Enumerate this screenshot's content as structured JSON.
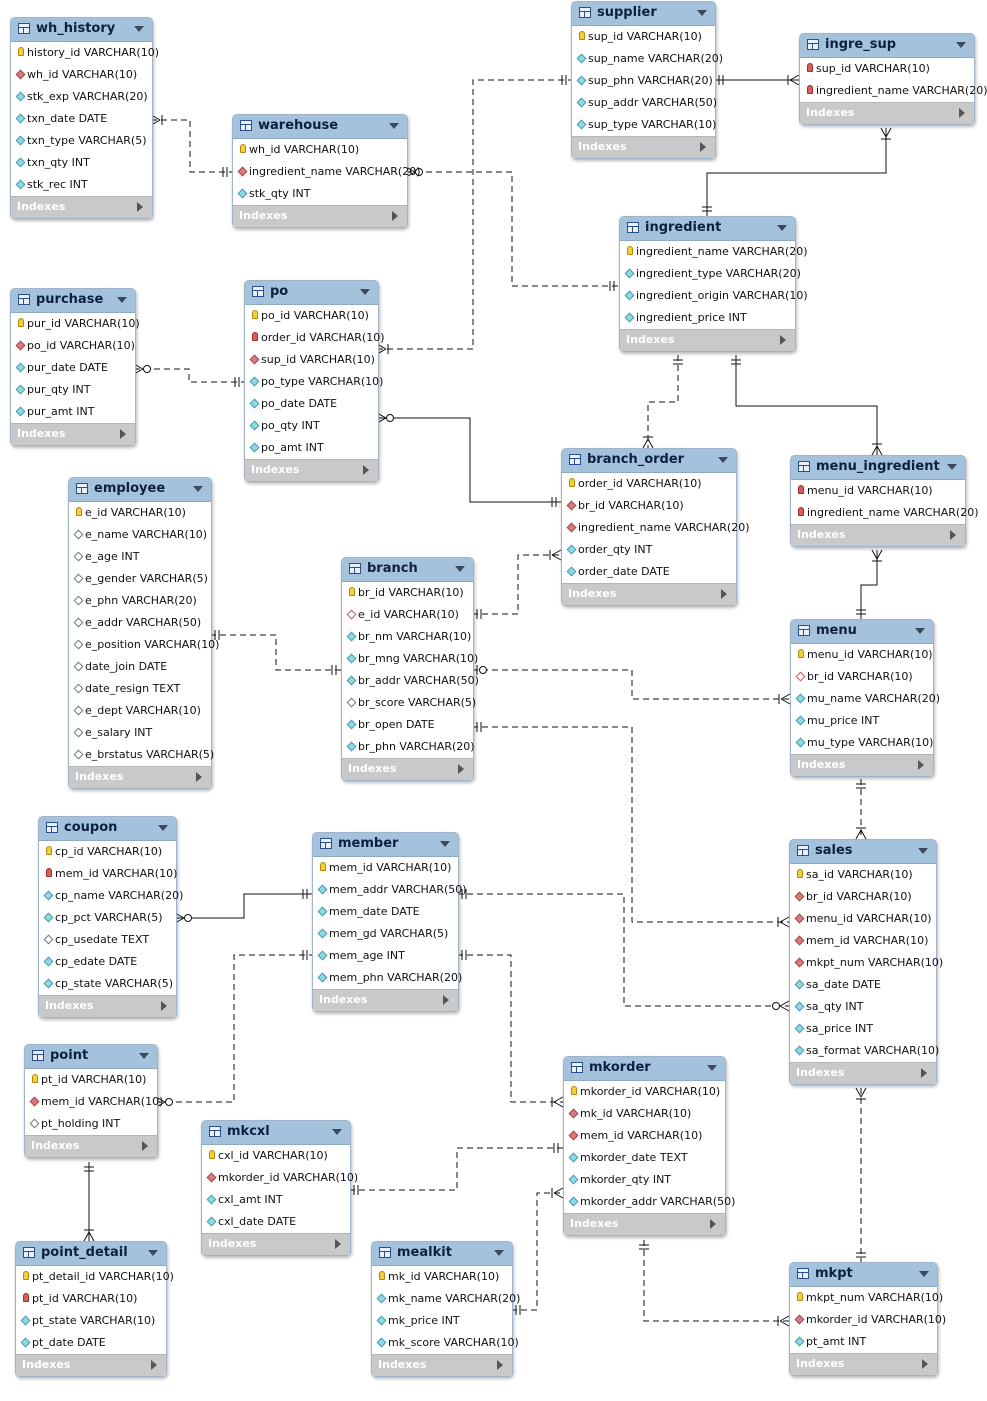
{
  "indexes_label": "Indexes",
  "colors": {
    "header": "#a5c2dc",
    "footer": "#c9c9c9",
    "line": "#111111"
  },
  "tables": [
    {
      "id": "wh_history",
      "name": "wh_history",
      "columns": [
        {
          "text": "history_id VARCHAR(10)",
          "kind": "pk"
        },
        {
          "text": "wh_id VARCHAR(10)",
          "kind": "fk"
        },
        {
          "text": "stk_exp VARCHAR(20)",
          "kind": "col"
        },
        {
          "text": "txn_date DATE",
          "kind": "col"
        },
        {
          "text": "txn_type VARCHAR(5)",
          "kind": "col"
        },
        {
          "text": "txn_qty INT",
          "kind": "col"
        },
        {
          "text": "stk_rec INT",
          "kind": "col"
        }
      ]
    },
    {
      "id": "supplier",
      "name": "supplier",
      "columns": [
        {
          "text": "sup_id VARCHAR(10)",
          "kind": "pk"
        },
        {
          "text": "sup_name VARCHAR(20)",
          "kind": "col"
        },
        {
          "text": "sup_phn VARCHAR(20)",
          "kind": "col"
        },
        {
          "text": "sup_addr VARCHAR(50)",
          "kind": "col"
        },
        {
          "text": "sup_type VARCHAR(10)",
          "kind": "col"
        }
      ]
    },
    {
      "id": "ingre_sup",
      "name": "ingre_sup",
      "columns": [
        {
          "text": "sup_id VARCHAR(10)",
          "kind": "pkfk"
        },
        {
          "text": "ingredient_name VARCHAR(20)",
          "kind": "pkfk"
        }
      ]
    },
    {
      "id": "warehouse",
      "name": "warehouse",
      "columns": [
        {
          "text": "wh_id VARCHAR(10)",
          "kind": "pk"
        },
        {
          "text": "ingredient_name VARCHAR(20)",
          "kind": "fk"
        },
        {
          "text": "stk_qty INT",
          "kind": "col"
        }
      ]
    },
    {
      "id": "ingredient",
      "name": "ingredient",
      "columns": [
        {
          "text": "ingredient_name VARCHAR(20)",
          "kind": "pk"
        },
        {
          "text": "ingredient_type VARCHAR(20)",
          "kind": "col"
        },
        {
          "text": "ingredient_origin VARCHAR(10)",
          "kind": "col"
        },
        {
          "text": "ingredient_price INT",
          "kind": "col"
        }
      ]
    },
    {
      "id": "purchase",
      "name": "purchase",
      "columns": [
        {
          "text": "pur_id VARCHAR(10)",
          "kind": "pk"
        },
        {
          "text": "po_id VARCHAR(10)",
          "kind": "fk"
        },
        {
          "text": "pur_date DATE",
          "kind": "col"
        },
        {
          "text": "pur_qty INT",
          "kind": "col"
        },
        {
          "text": "pur_amt INT",
          "kind": "col"
        }
      ]
    },
    {
      "id": "po",
      "name": "po",
      "columns": [
        {
          "text": "po_id VARCHAR(10)",
          "kind": "pk"
        },
        {
          "text": "order_id VARCHAR(10)",
          "kind": "pkfk"
        },
        {
          "text": "sup_id VARCHAR(10)",
          "kind": "fk"
        },
        {
          "text": "po_type VARCHAR(10)",
          "kind": "col"
        },
        {
          "text": "po_date DATE",
          "kind": "col"
        },
        {
          "text": "po_qty INT",
          "kind": "col"
        },
        {
          "text": "po_amt INT",
          "kind": "col"
        }
      ]
    },
    {
      "id": "branch_order",
      "name": "branch_order",
      "columns": [
        {
          "text": "order_id VARCHAR(10)",
          "kind": "pk"
        },
        {
          "text": "br_id VARCHAR(10)",
          "kind": "fk"
        },
        {
          "text": "ingredient_name VARCHAR(20)",
          "kind": "fk"
        },
        {
          "text": "order_qty INT",
          "kind": "col"
        },
        {
          "text": "order_date DATE",
          "kind": "col"
        }
      ]
    },
    {
      "id": "menu_ingredient",
      "name": "menu_ingredient",
      "columns": [
        {
          "text": "menu_id VARCHAR(10)",
          "kind": "pkfk"
        },
        {
          "text": "ingredient_name VARCHAR(20)",
          "kind": "pkfk"
        }
      ]
    },
    {
      "id": "employee",
      "name": "employee",
      "columns": [
        {
          "text": "e_id VARCHAR(10)",
          "kind": "pk"
        },
        {
          "text": "e_name VARCHAR(10)",
          "kind": "null"
        },
        {
          "text": "e_age INT",
          "kind": "null"
        },
        {
          "text": "e_gender VARCHAR(5)",
          "kind": "null"
        },
        {
          "text": "e_phn VARCHAR(20)",
          "kind": "null"
        },
        {
          "text": "e_addr VARCHAR(50)",
          "kind": "null"
        },
        {
          "text": "e_position VARCHAR(10)",
          "kind": "null"
        },
        {
          "text": "date_join DATE",
          "kind": "null"
        },
        {
          "text": "date_resign TEXT",
          "kind": "null"
        },
        {
          "text": "e_dept VARCHAR(10)",
          "kind": "null"
        },
        {
          "text": "e_salary INT",
          "kind": "null"
        },
        {
          "text": "e_brstatus VARCHAR(5)",
          "kind": "null"
        }
      ]
    },
    {
      "id": "branch",
      "name": "branch",
      "columns": [
        {
          "text": "br_id VARCHAR(10)",
          "kind": "pk"
        },
        {
          "text": "e_id VARCHAR(10)",
          "kind": "nullfk"
        },
        {
          "text": "br_nm VARCHAR(10)",
          "kind": "col"
        },
        {
          "text": "br_mng VARCHAR(10)",
          "kind": "col"
        },
        {
          "text": "br_addr VARCHAR(50)",
          "kind": "col"
        },
        {
          "text": "br_score VARCHAR(5)",
          "kind": "null"
        },
        {
          "text": "br_open DATE",
          "kind": "col"
        },
        {
          "text": "br_phn VARCHAR(20)",
          "kind": "col"
        }
      ]
    },
    {
      "id": "menu",
      "name": "menu",
      "columns": [
        {
          "text": "menu_id VARCHAR(10)",
          "kind": "pk"
        },
        {
          "text": "br_id VARCHAR(10)",
          "kind": "nullfk"
        },
        {
          "text": "mu_name VARCHAR(20)",
          "kind": "col"
        },
        {
          "text": "mu_price INT",
          "kind": "col"
        },
        {
          "text": "mu_type VARCHAR(10)",
          "kind": "col"
        }
      ]
    },
    {
      "id": "coupon",
      "name": "coupon",
      "columns": [
        {
          "text": "cp_id VARCHAR(10)",
          "kind": "pk"
        },
        {
          "text": "mem_id VARCHAR(10)",
          "kind": "pkfk"
        },
        {
          "text": "cp_name VARCHAR(20)",
          "kind": "col"
        },
        {
          "text": "cp_pct VARCHAR(5)",
          "kind": "col"
        },
        {
          "text": "cp_usedate TEXT",
          "kind": "null"
        },
        {
          "text": "cp_edate DATE",
          "kind": "col"
        },
        {
          "text": "cp_state VARCHAR(5)",
          "kind": "col"
        }
      ]
    },
    {
      "id": "member",
      "name": "member",
      "columns": [
        {
          "text": "mem_id VARCHAR(10)",
          "kind": "pk"
        },
        {
          "text": "mem_addr VARCHAR(50)",
          "kind": "col"
        },
        {
          "text": "mem_date DATE",
          "kind": "col"
        },
        {
          "text": "mem_gd VARCHAR(5)",
          "kind": "col"
        },
        {
          "text": "mem_age INT",
          "kind": "col"
        },
        {
          "text": "mem_phn VARCHAR(20)",
          "kind": "col"
        }
      ]
    },
    {
      "id": "sales",
      "name": "sales",
      "columns": [
        {
          "text": "sa_id VARCHAR(10)",
          "kind": "pk"
        },
        {
          "text": "br_id VARCHAR(10)",
          "kind": "fk"
        },
        {
          "text": "menu_id VARCHAR(10)",
          "kind": "fk"
        },
        {
          "text": "mem_id VARCHAR(10)",
          "kind": "fk"
        },
        {
          "text": "mkpt_num VARCHAR(10)",
          "kind": "fk"
        },
        {
          "text": "sa_date DATE",
          "kind": "col"
        },
        {
          "text": "sa_qty INT",
          "kind": "col"
        },
        {
          "text": "sa_price INT",
          "kind": "col"
        },
        {
          "text": "sa_format VARCHAR(10)",
          "kind": "col"
        }
      ]
    },
    {
      "id": "point",
      "name": "point",
      "columns": [
        {
          "text": "pt_id VARCHAR(10)",
          "kind": "pk"
        },
        {
          "text": "mem_id VARCHAR(10)",
          "kind": "fk"
        },
        {
          "text": "pt_holding INT",
          "kind": "null"
        }
      ]
    },
    {
      "id": "mkorder",
      "name": "mkorder",
      "columns": [
        {
          "text": "mkorder_id VARCHAR(10)",
          "kind": "pk"
        },
        {
          "text": "mk_id VARCHAR(10)",
          "kind": "fk"
        },
        {
          "text": "mem_id VARCHAR(10)",
          "kind": "fk"
        },
        {
          "text": "mkorder_date TEXT",
          "kind": "col"
        },
        {
          "text": "mkorder_qty INT",
          "kind": "col"
        },
        {
          "text": "mkorder_addr VARCHAR(50)",
          "kind": "col"
        }
      ]
    },
    {
      "id": "mkcxl",
      "name": "mkcxl",
      "columns": [
        {
          "text": "cxl_id VARCHAR(10)",
          "kind": "pk"
        },
        {
          "text": "mkorder_id VARCHAR(10)",
          "kind": "fk"
        },
        {
          "text": "cxl_amt INT",
          "kind": "col"
        },
        {
          "text": "cxl_date DATE",
          "kind": "col"
        }
      ]
    },
    {
      "id": "point_detail",
      "name": "point_detail",
      "columns": [
        {
          "text": "pt_detail_id VARCHAR(10)",
          "kind": "pk"
        },
        {
          "text": "pt_id VARCHAR(10)",
          "kind": "pkfk"
        },
        {
          "text": "pt_state VARCHAR(10)",
          "kind": "col"
        },
        {
          "text": "pt_date DATE",
          "kind": "col"
        }
      ]
    },
    {
      "id": "mealkit",
      "name": "mealkit",
      "columns": [
        {
          "text": "mk_id VARCHAR(10)",
          "kind": "pk"
        },
        {
          "text": "mk_name VARCHAR(20)",
          "kind": "col"
        },
        {
          "text": "mk_price INT",
          "kind": "col"
        },
        {
          "text": "mk_score VARCHAR(10)",
          "kind": "col"
        }
      ]
    },
    {
      "id": "mkpt",
      "name": "mkpt",
      "columns": [
        {
          "text": "mkpt_num VARCHAR(10)",
          "kind": "pk"
        },
        {
          "text": "mkorder_id VARCHAR(10)",
          "kind": "fk"
        },
        {
          "text": "pt_amt INT",
          "kind": "col"
        }
      ]
    }
  ],
  "relationships": [
    {
      "from": "wh_history",
      "to": "warehouse",
      "from_end": "many",
      "to_end": "one",
      "style": "dashed"
    },
    {
      "from": "warehouse",
      "to": "ingredient",
      "from_end": "zero-many",
      "to_end": "one",
      "style": "dashed"
    },
    {
      "from": "po",
      "to": "supplier",
      "from_end": "many",
      "to_end": "one",
      "style": "dashed"
    },
    {
      "from": "supplier",
      "to": "ingre_sup",
      "from_end": "one",
      "to_end": "many",
      "style": "solid"
    },
    {
      "from": "ingre_sup",
      "to": "ingredient",
      "from_end": "many",
      "to_end": "one",
      "style": "solid"
    },
    {
      "from": "purchase",
      "to": "po",
      "from_end": "zero-many",
      "to_end": "one",
      "style": "dashed"
    },
    {
      "from": "po",
      "to": "branch_order",
      "from_end": "zero-many",
      "to_end": "one",
      "style": "solid"
    },
    {
      "from": "ingredient",
      "to": "branch_order",
      "from_end": "one",
      "to_end": "many",
      "style": "dashed"
    },
    {
      "from": "ingredient",
      "to": "menu_ingredient",
      "from_end": "one",
      "to_end": "many",
      "style": "solid"
    },
    {
      "from": "menu_ingredient",
      "to": "menu",
      "from_end": "many",
      "to_end": "one",
      "style": "solid"
    },
    {
      "from": "branch",
      "to": "branch_order",
      "from_end": "one",
      "to_end": "many",
      "style": "dashed"
    },
    {
      "from": "employee",
      "to": "branch",
      "from_end": "one",
      "to_end": "one",
      "style": "dashed"
    },
    {
      "from": "branch",
      "to": "menu",
      "from_end": "zero-one",
      "to_end": "many",
      "style": "dashed"
    },
    {
      "from": "branch",
      "to": "sales",
      "from_end": "one",
      "to_end": "many",
      "style": "dashed"
    },
    {
      "from": "menu",
      "to": "sales",
      "from_end": "one",
      "to_end": "many",
      "style": "dashed"
    },
    {
      "from": "coupon",
      "to": "member",
      "from_end": "zero-many",
      "to_end": "one",
      "style": "solid"
    },
    {
      "from": "member",
      "to": "sales",
      "from_end": "one",
      "to_end": "zero-many",
      "style": "dashed"
    },
    {
      "from": "point",
      "to": "member",
      "from_end": "zero-many",
      "to_end": "one",
      "style": "dashed"
    },
    {
      "from": "member",
      "to": "mkorder",
      "from_end": "one",
      "to_end": "many",
      "style": "dashed"
    },
    {
      "from": "point",
      "to": "point_detail",
      "from_end": "one",
      "to_end": "many",
      "style": "solid"
    },
    {
      "from": "mkcxl",
      "to": "mkorder",
      "from_end": "one",
      "to_end": "one",
      "style": "dashed"
    },
    {
      "from": "mealkit",
      "to": "mkorder",
      "from_end": "one",
      "to_end": "many",
      "style": "dashed"
    },
    {
      "from": "mkorder",
      "to": "mkpt",
      "from_end": "one",
      "to_end": "many",
      "style": "dashed"
    },
    {
      "from": "sales",
      "to": "mkpt",
      "from_end": "many",
      "to_end": "one",
      "style": "dashed"
    }
  ]
}
